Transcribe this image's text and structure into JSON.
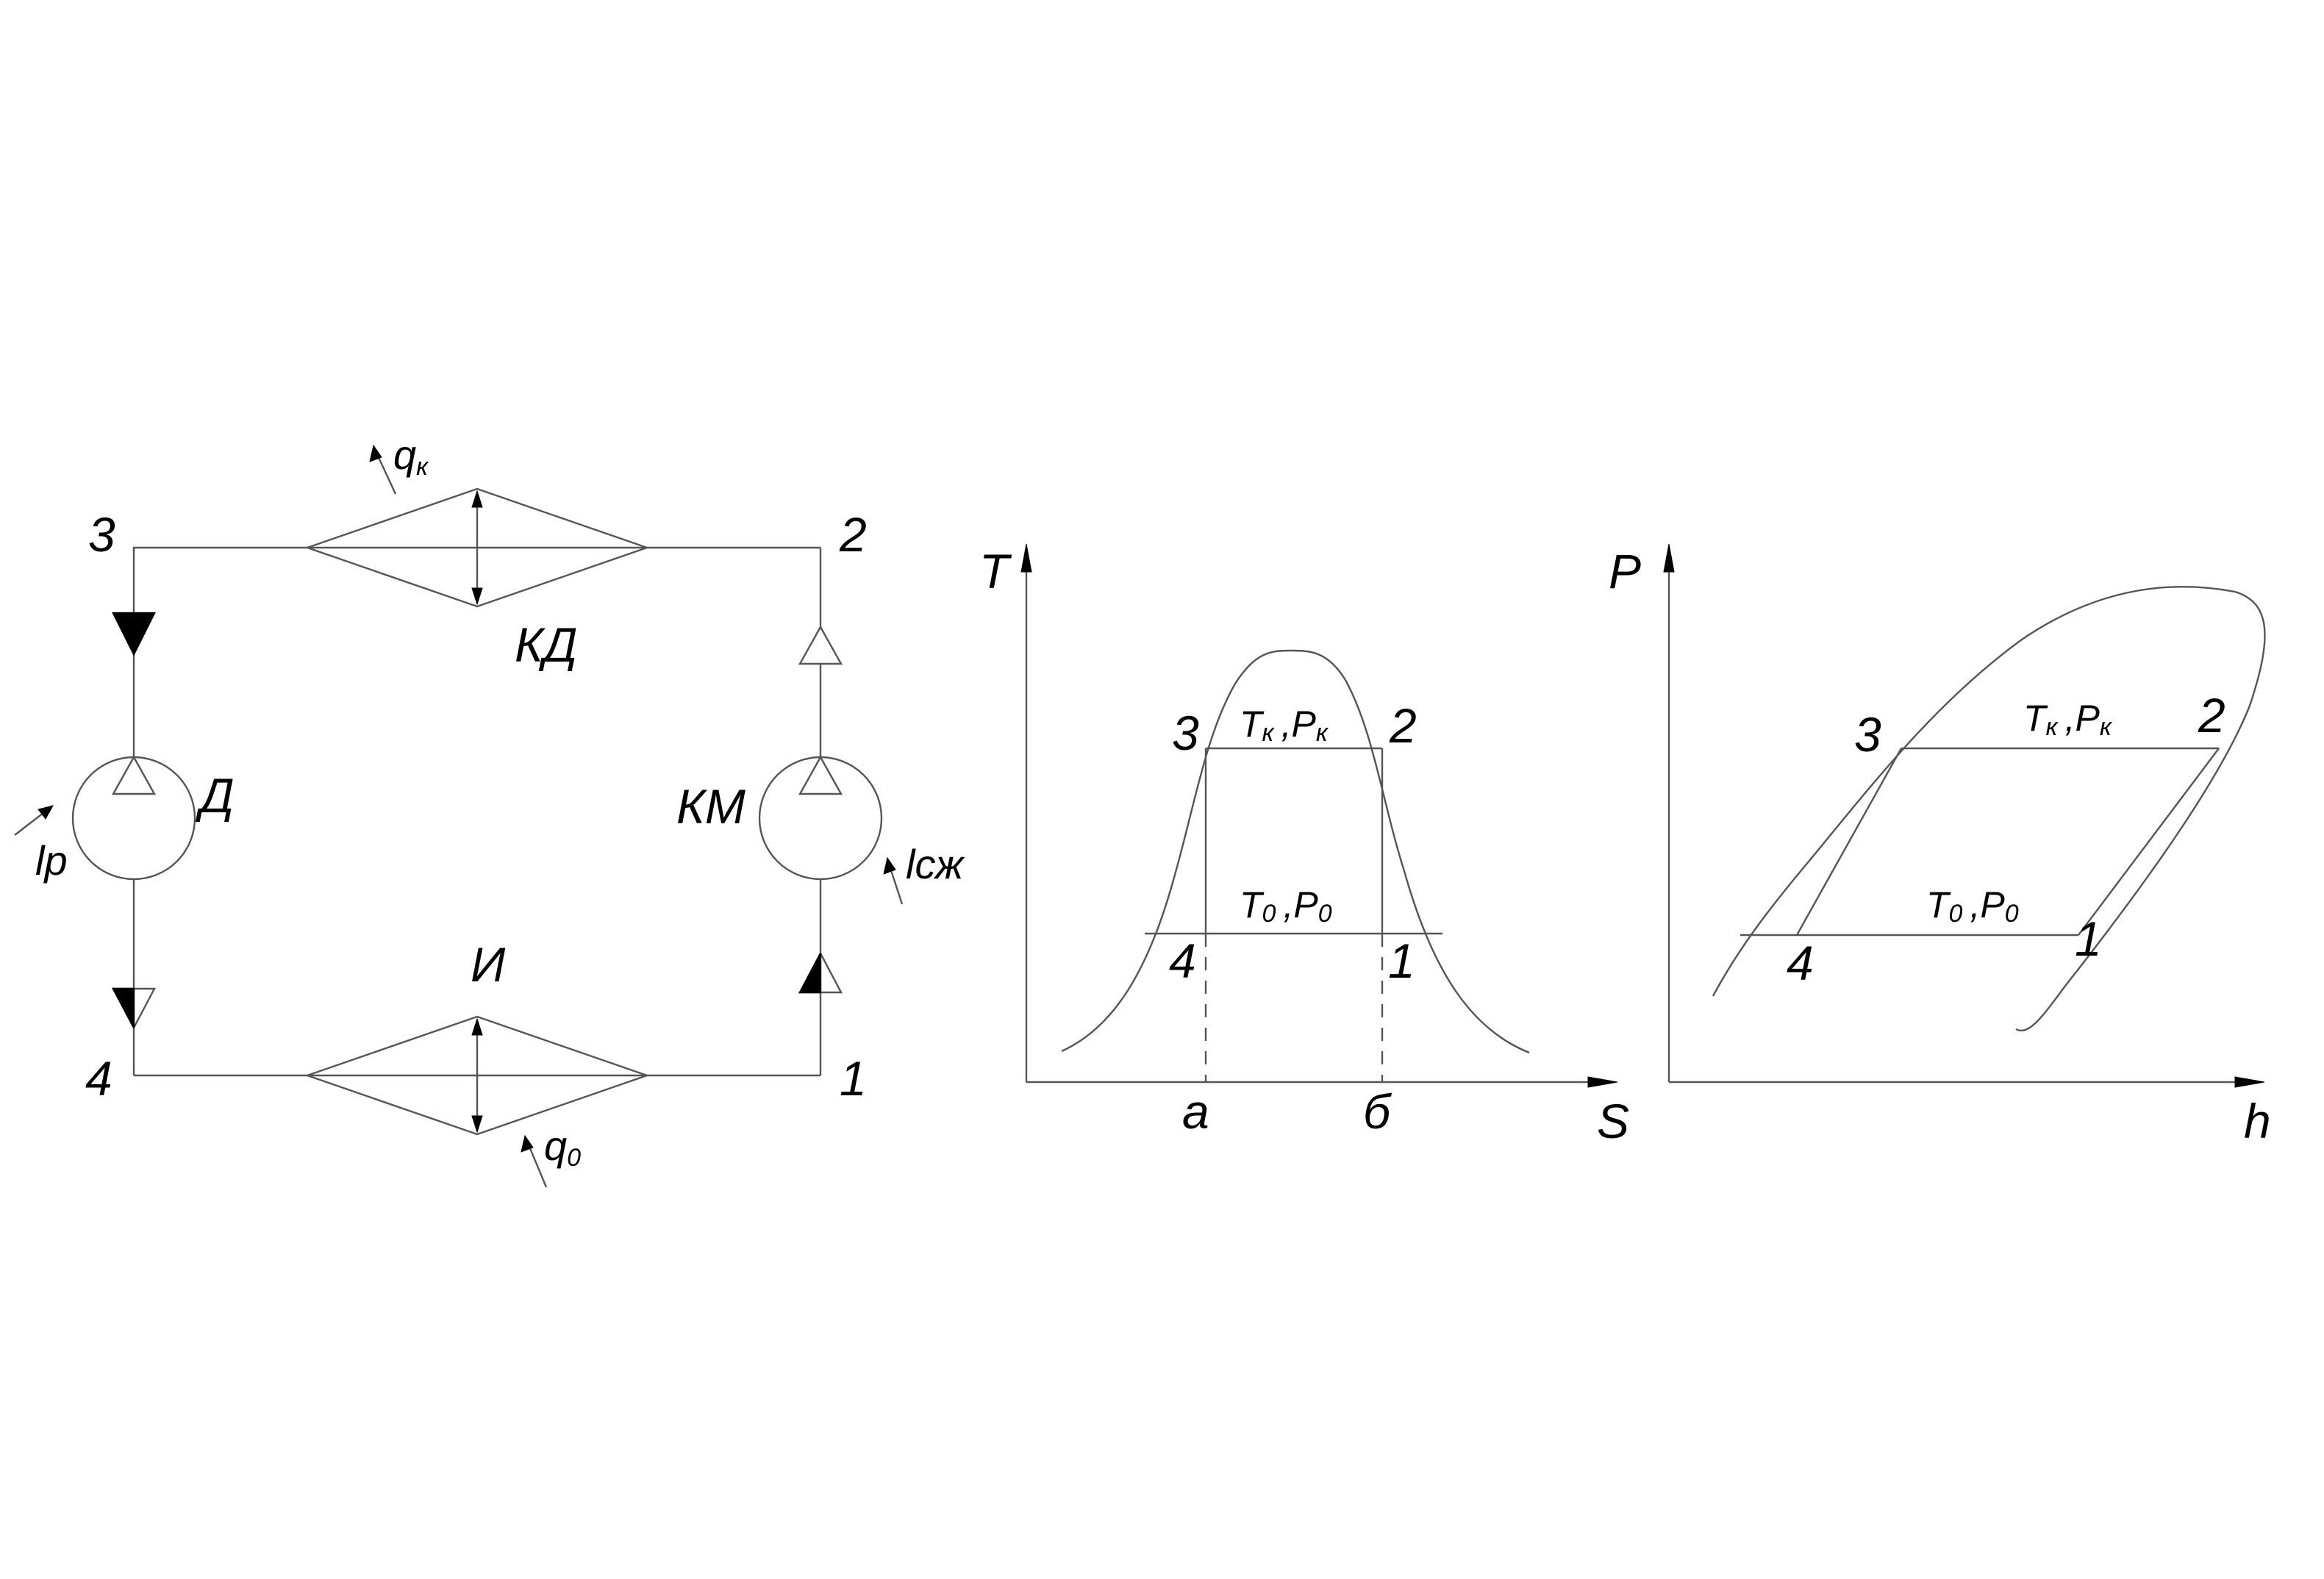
{
  "schematic": {
    "node_1": "1",
    "node_2": "2",
    "node_3": "3",
    "node_4": "4",
    "condenser": "КД",
    "evaporator": "И",
    "compressor": "КМ",
    "expander": "Д",
    "heat_out": "q",
    "heat_out_sub": "к",
    "heat_in": "q",
    "heat_in_sub": "0",
    "work_expander": "lр",
    "work_compressor": "lсж"
  },
  "ts_diagram": {
    "axis_y": "T",
    "axis_x": "S",
    "point_1": "1",
    "point_2": "2",
    "point_3": "3",
    "point_4": "4",
    "tick_a": "а",
    "tick_b": "б",
    "upper_T": "T",
    "upper_T_sub": "к",
    "upper_P": "P",
    "upper_P_sub": "к",
    "lower_T": "T",
    "lower_T_sub": "0",
    "lower_P": "P",
    "lower_P_sub": "0",
    "separator": ","
  },
  "ph_diagram": {
    "axis_y": "P",
    "axis_x": "h",
    "point_1": "1",
    "point_2": "2",
    "point_3": "3",
    "point_4": "4",
    "upper_T": "T",
    "upper_T_sub": "к",
    "upper_P": "P",
    "upper_P_sub": "к",
    "lower_T": "T",
    "lower_T_sub": "0",
    "lower_P": "P",
    "lower_P_sub": "0",
    "separator": ","
  },
  "colors": {
    "line": "#555555",
    "text": "#000000",
    "background": "#ffffff"
  }
}
